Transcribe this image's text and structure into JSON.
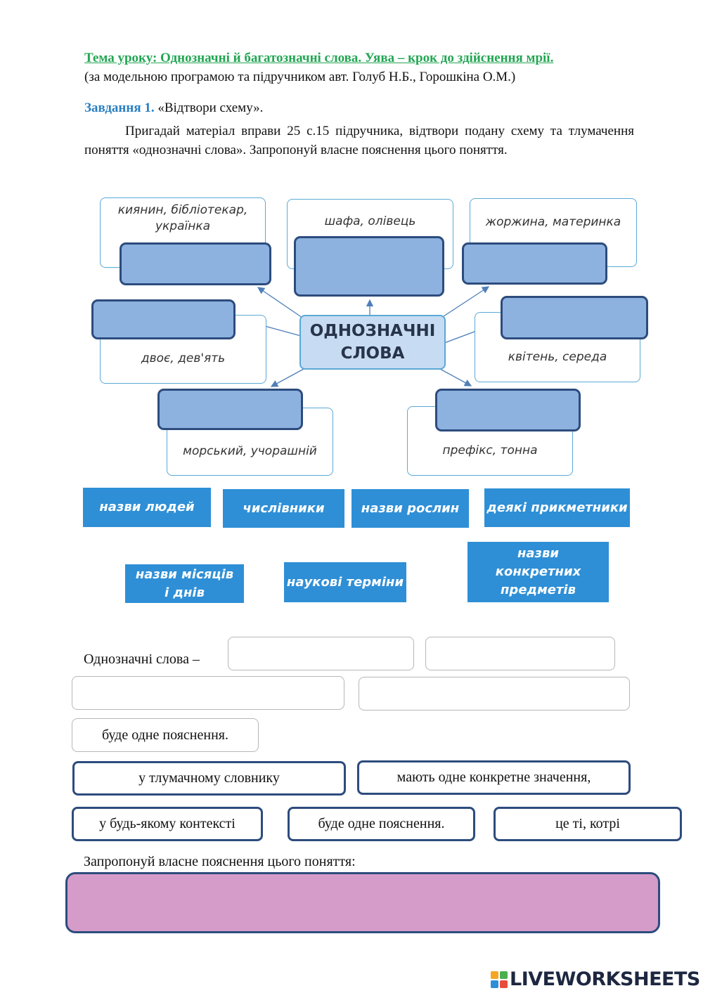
{
  "header": {
    "topic": "Тема уроку: Однозначні й багатозначні слова. Уява – крок до здійснення мрії.",
    "subtitle": "(за модельною програмою та підручником авт. Голуб Н.Б., Горошкіна О.М.)"
  },
  "task": {
    "label": "Завдання 1.",
    "title": "«Відтвори схему».",
    "instruction": "Пригадай матеріал вправи 25 с.15 підручника, відтвори подану схему та тлумачення поняття «однозначні слова». Запропонуй власне пояснення цього поняття."
  },
  "scheme": {
    "center": [
      "ОДНОЗНАЧНІ",
      "СЛОВА"
    ],
    "examples": {
      "people": [
        "киянин, бібліотекар,",
        "українка"
      ],
      "objects": "шафа, олівець",
      "plants": "жоржина, материнка",
      "numerals": "двоє, дев'ять",
      "months": "квітень, середа",
      "adjectives": "морський, учорашній",
      "terms": "префікс, тонна"
    }
  },
  "chips": {
    "people": "назви людей",
    "numerals": "числівники",
    "plants": "назви рослин",
    "adjectives": "деякі прикметники",
    "months": [
      "назви місяців",
      "і днів"
    ],
    "terms": "наукові терміни",
    "objects": [
      "назви",
      "конкретних",
      "предметів"
    ]
  },
  "definition": {
    "lead": "Однозначні слова –",
    "placed": "буде одне пояснення.",
    "options": [
      "у тлумачному словнику",
      "мають одне конкретне значення,",
      "у будь-якому контексті",
      "буде одне пояснення.",
      "це ті, котрі"
    ]
  },
  "own": {
    "prompt": "Запропонуй власне пояснення цього поняття:"
  },
  "footer": {
    "logo_letters": [
      "L",
      "I",
      "V",
      "E"
    ],
    "logo_text": "LIVEWORKSHEETS"
  },
  "colors": {
    "topic": "#22a653",
    "task_label": "#2a7fc2",
    "chip": "#2e8fd6",
    "drop_box": "#8db2e0",
    "answer_box": "#d59cc9"
  }
}
